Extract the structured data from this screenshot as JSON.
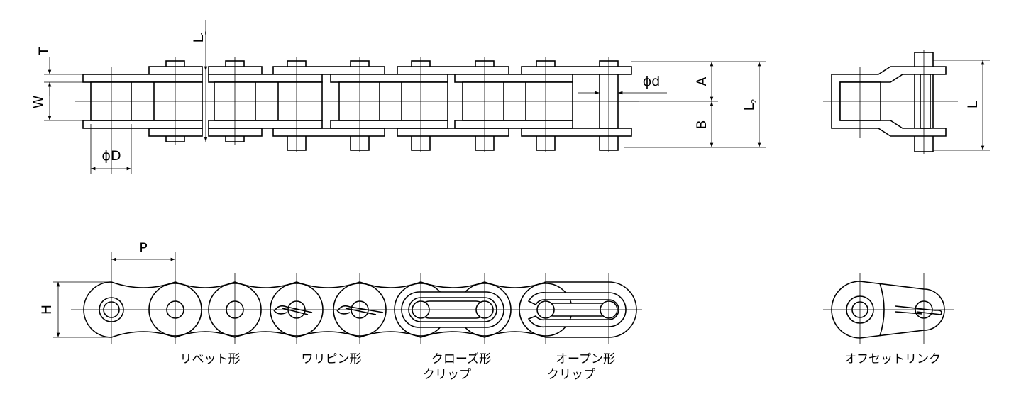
{
  "dimension_labels": {
    "T": "T",
    "L1": "L",
    "L1_sub": "1",
    "W": "W",
    "phiD": "ϕD",
    "phid": "ϕd",
    "A": "A",
    "B": "B",
    "L2": "L",
    "L2_sub": "2",
    "L": "L",
    "P": "P",
    "H": "H"
  },
  "captions": {
    "rivet": "リベット形",
    "cotter": "ワリピン形",
    "closed_clip_1": "クローズ形",
    "closed_clip_2": "クリップ",
    "open_clip_1": "オープン形",
    "open_clip_2": "クリップ",
    "offset_link": "オフセットリンク"
  }
}
